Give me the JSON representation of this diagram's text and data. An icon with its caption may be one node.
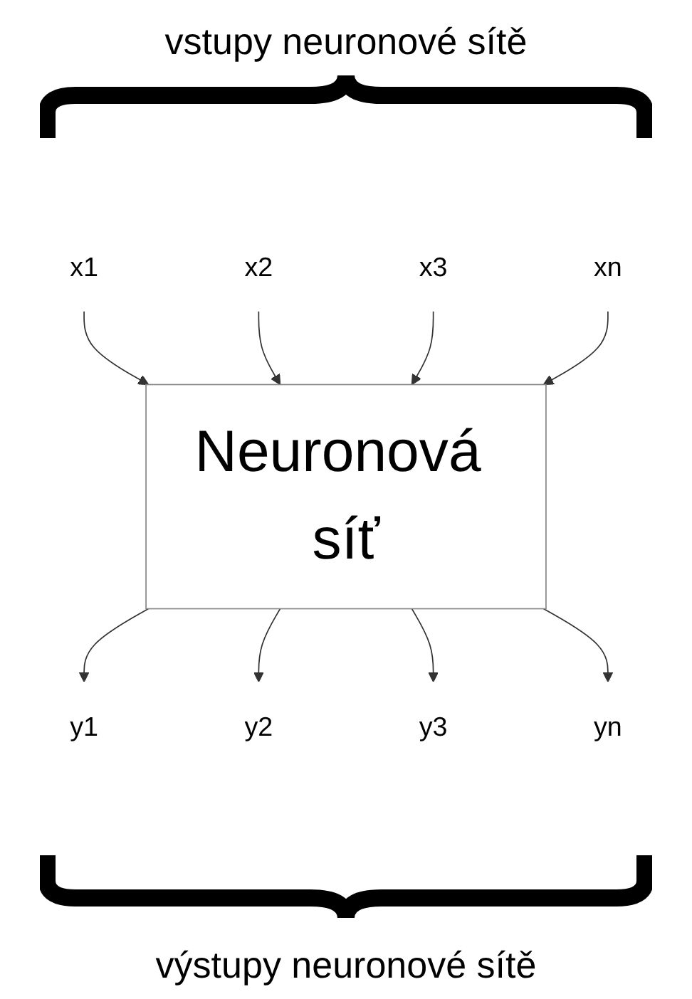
{
  "diagram": {
    "nodes": [
      {
        "text": [
          "x1"
        ]
      },
      {
        "text": [
          "x2"
        ]
      },
      {
        "text": [
          "x3"
        ]
      },
      {
        "text": [
          "xn"
        ]
      },
      {
        "text": [
          "Neuronová síť"
        ]
      },
      {
        "text": [
          "y1"
        ]
      },
      {
        "text": [
          "y2"
        ]
      },
      {
        "text": [
          "y3"
        ]
      },
      {
        "text": [
          "yn"
        ]
      }
    ],
    "edges": [
      {
        "from": 0,
        "to": 4,
        "arrow": "to"
      },
      {
        "from": 1,
        "to": 4,
        "arrow": "to"
      },
      {
        "from": 2,
        "to": 4,
        "arrow": "to"
      },
      {
        "from": 3,
        "to": 4,
        "arrow": "to"
      },
      {
        "from": 4,
        "to": 5,
        "arrow": "to"
      },
      {
        "from": 4,
        "to": 6,
        "arrow": "to"
      },
      {
        "from": 4,
        "to": 7,
        "arrow": "to"
      },
      {
        "from": 4,
        "to": 8,
        "arrow": "to"
      }
    ],
    "labels": [
      "vstupy neuronové sítě",
      "výstupy neuronové sítě"
    ]
  }
}
